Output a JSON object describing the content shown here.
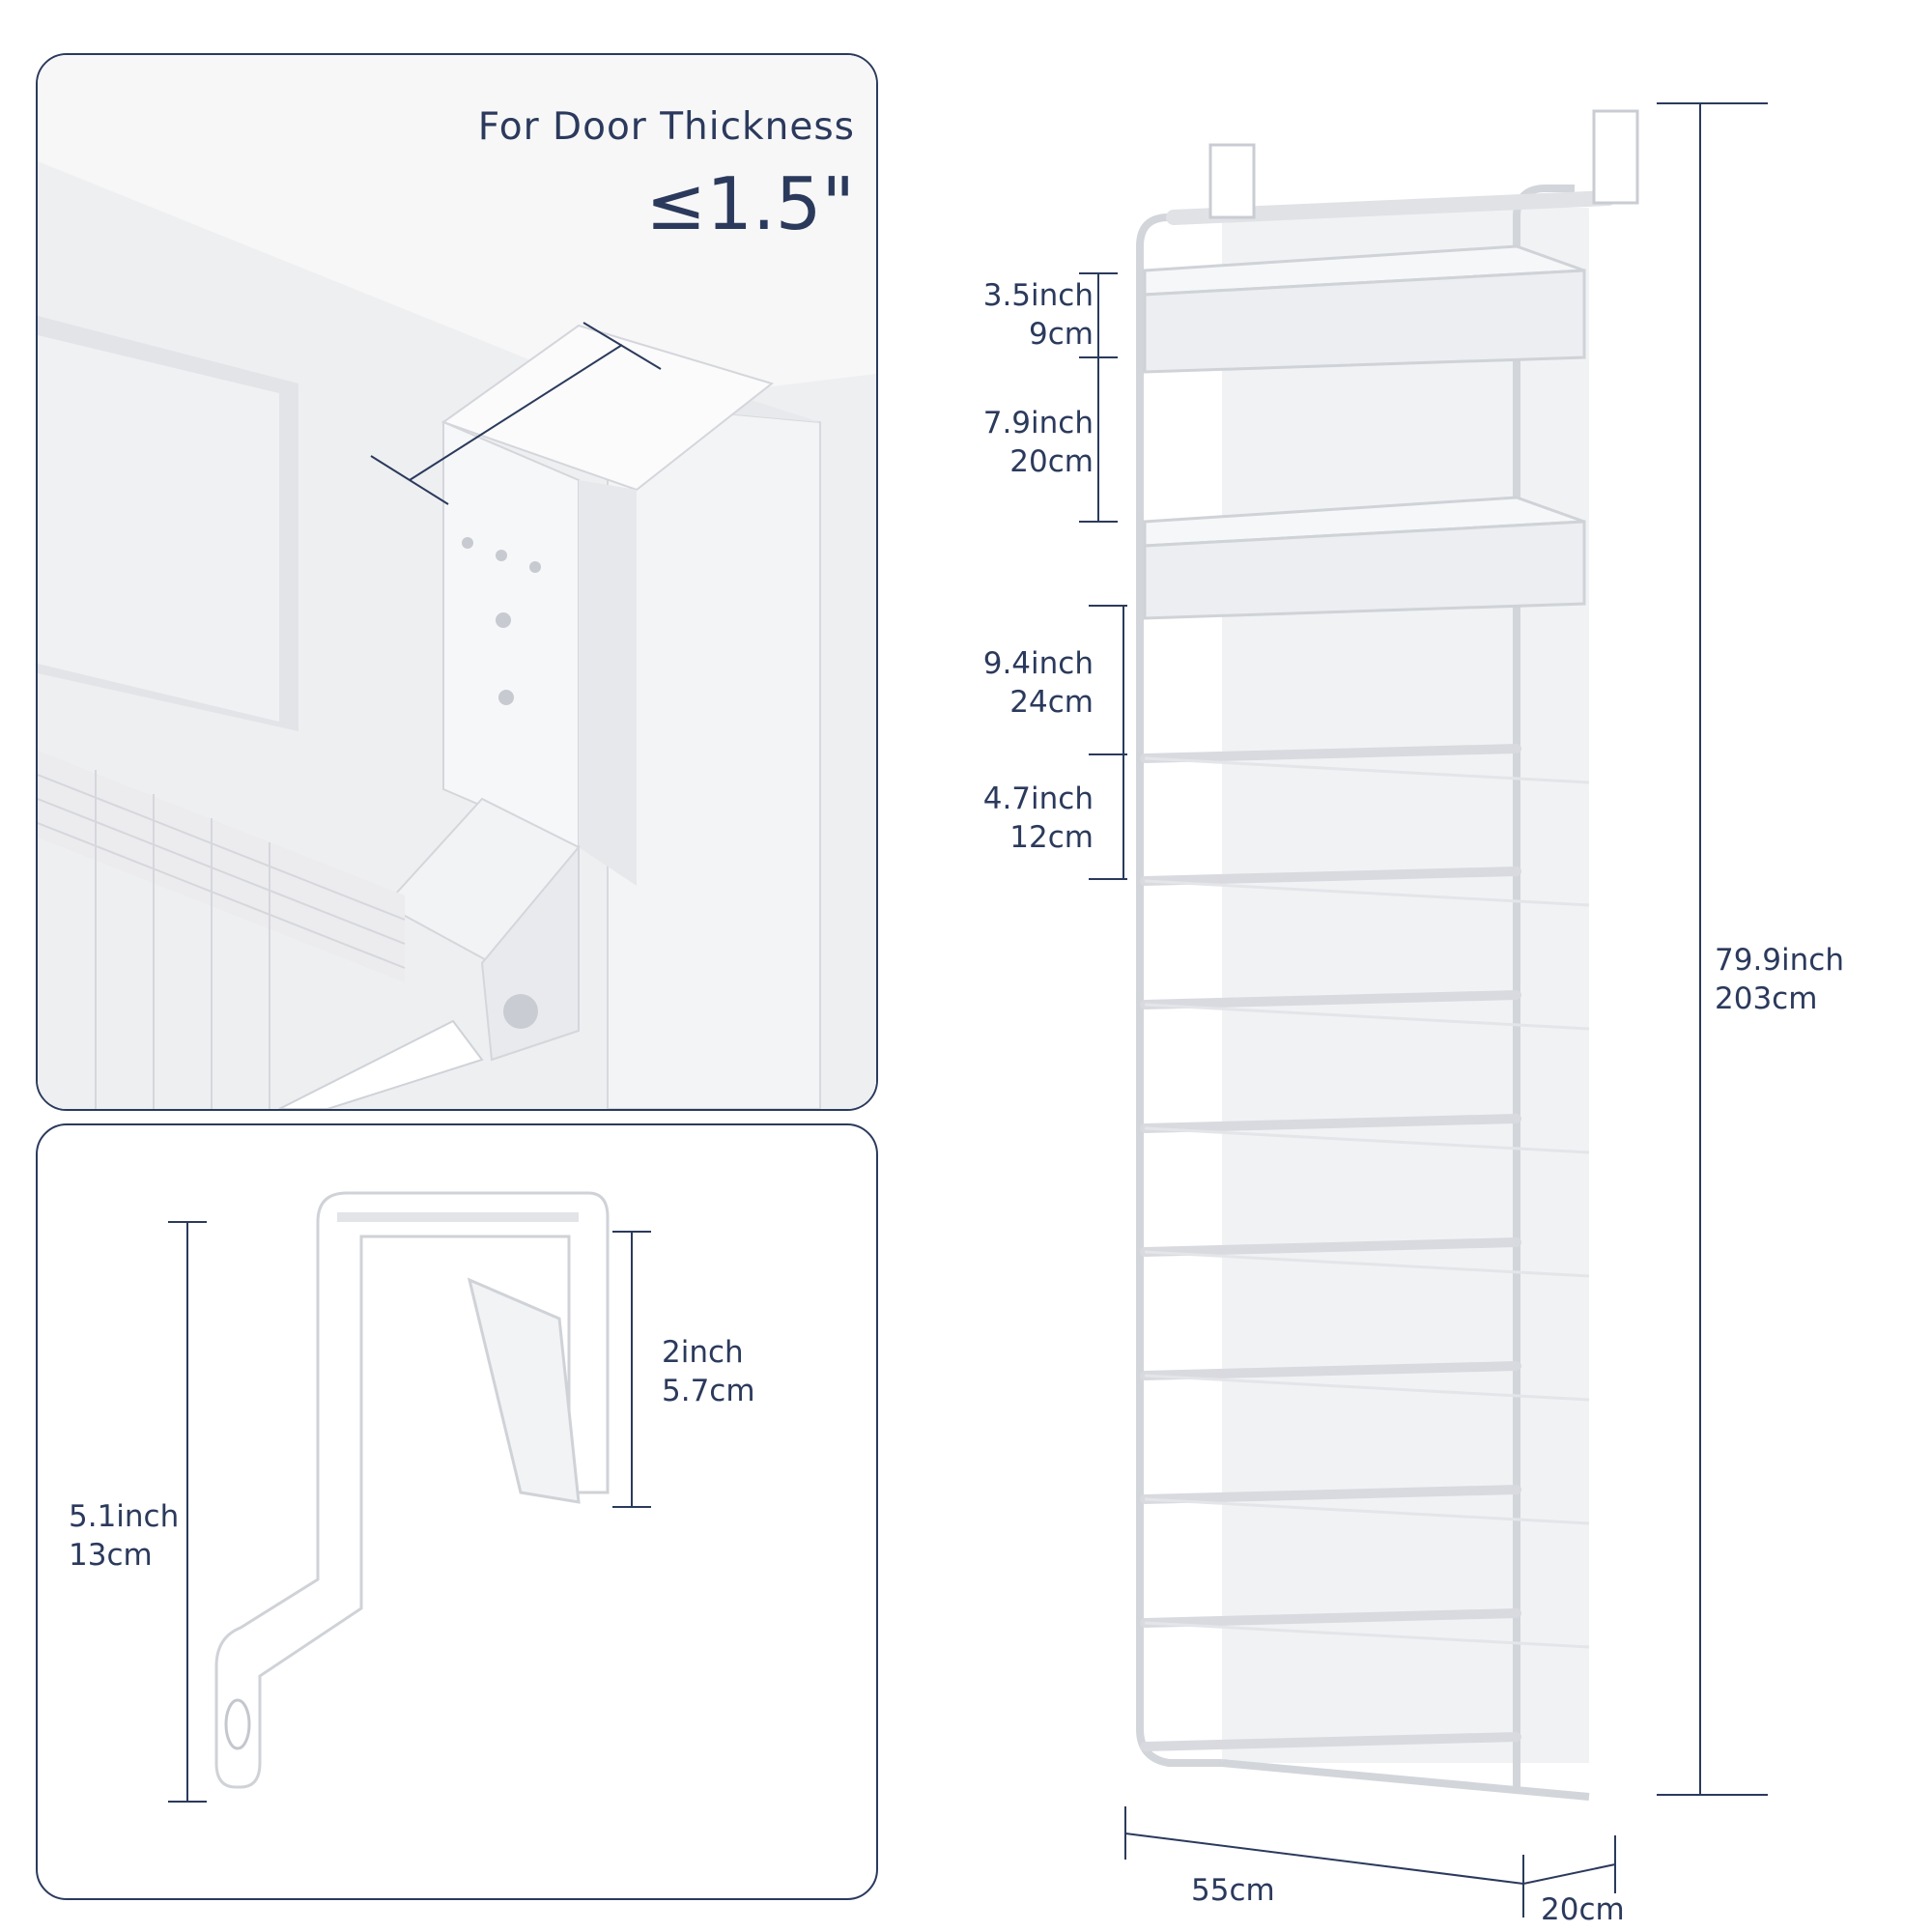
{
  "door_thickness": {
    "title": "For Door Thickness",
    "value": "≤1.5\""
  },
  "hook_dims": {
    "total": {
      "inch": "5.1inch",
      "cm": "13cm"
    },
    "inner": {
      "inch": "2inch",
      "cm": "5.7cm"
    }
  },
  "rack_dims": {
    "gap1": {
      "inch": "3.5inch",
      "cm": "9cm"
    },
    "gap2": {
      "inch": "7.9inch",
      "cm": "20cm"
    },
    "gap3": {
      "inch": "9.4inch",
      "cm": "24cm"
    },
    "gap4": {
      "inch": "4.7inch",
      "cm": "12cm"
    },
    "height": {
      "inch": "79.9inch",
      "cm": "203cm"
    },
    "width": "55cm",
    "depth": "20cm"
  },
  "colors": {
    "frame": "#2b3a5c",
    "product": "#ffffff",
    "shade": "#e4e6ea"
  }
}
